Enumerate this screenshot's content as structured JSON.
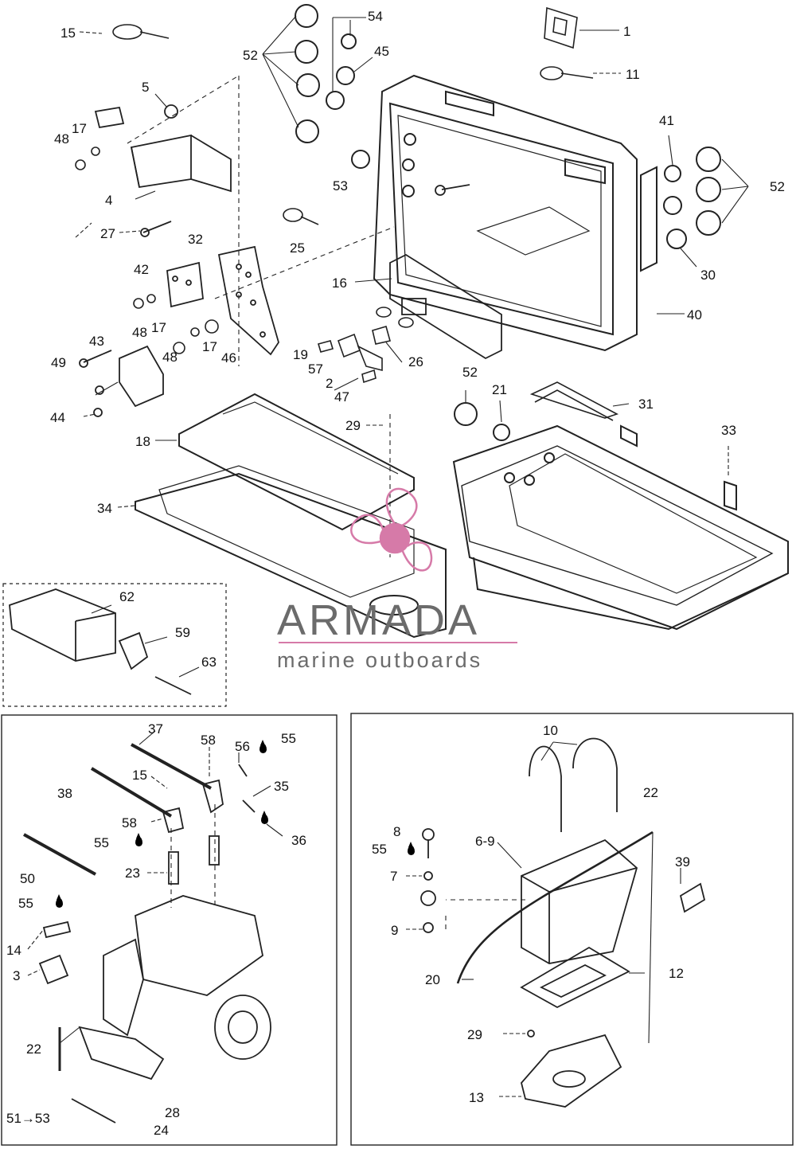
{
  "watermark": {
    "brand": "ARMADA",
    "tagline": "marine outboards",
    "accent_color": "#d67aa8",
    "text_color": "#6b6b6b"
  },
  "callouts": {
    "c1": "1",
    "c2": "2",
    "c3": "3",
    "c4": "4",
    "c5": "5",
    "c6_9": "6-9",
    "c7": "7",
    "c8": "8",
    "c9": "9",
    "c10": "10",
    "c11": "11",
    "c12": "12",
    "c13": "13",
    "c14": "14",
    "c15a": "15",
    "c15b": "15",
    "c16": "16",
    "c17a": "17",
    "c17b": "17",
    "c17c": "17",
    "c18": "18",
    "c19": "19",
    "c20": "20",
    "c21": "21",
    "c22a": "22",
    "c22b": "22",
    "c23": "23",
    "c24": "24",
    "c25": "25",
    "c26": "26",
    "c27": "27",
    "c28": "28",
    "c29a": "29",
    "c29b": "29",
    "c30": "30",
    "c31": "31",
    "c32": "32",
    "c33": "33",
    "c34": "34",
    "c35": "35",
    "c36": "36",
    "c37": "37",
    "c38": "38",
    "c39": "39",
    "c40": "40",
    "c41": "41",
    "c42": "42",
    "c43": "43",
    "c44": "44",
    "c45": "45",
    "c46": "46",
    "c47": "47",
    "c48a": "48",
    "c48b": "48",
    "c48c": "48",
    "c49": "49",
    "c50": "50",
    "c51_53": "51→53",
    "c52a": "52",
    "c52b": "52",
    "c52c": "52",
    "c53": "53",
    "c54": "54",
    "c55a": "55",
    "c55b": "55",
    "c55c": "55",
    "c55d": "55",
    "c56": "56",
    "c57": "57",
    "c58a": "58",
    "c58b": "58",
    "c59": "59",
    "c62": "62",
    "c63": "63"
  }
}
